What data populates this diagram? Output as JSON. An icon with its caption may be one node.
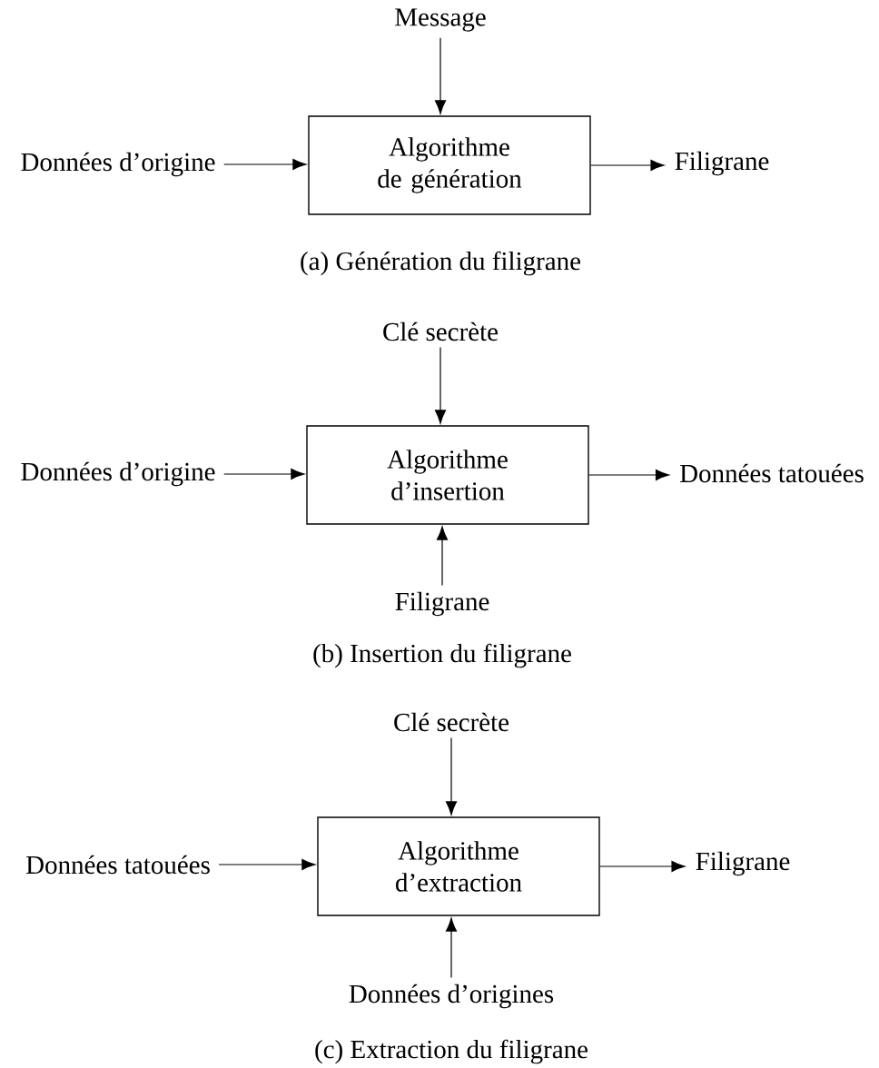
{
  "diagram": {
    "nodes": [
      {
        "text": [
          "Message"
        ]
      },
      {
        "text": [
          "Données d’origine"
        ]
      },
      {
        "text": [
          "Algorithme de génération"
        ]
      },
      {
        "text": [
          "Filigrane"
        ]
      },
      {
        "text": [
          "Clé secrète"
        ]
      },
      {
        "text": [
          "Données d’origine"
        ]
      },
      {
        "text": [
          "Algorithme d’insertion"
        ]
      },
      {
        "text": [
          "Données tatouées"
        ]
      },
      {
        "text": [
          "Filigrane"
        ]
      },
      {
        "text": [
          "Clé secrète"
        ]
      },
      {
        "text": [
          "Données tatouées"
        ]
      },
      {
        "text": [
          "Algorithme d’extraction"
        ]
      },
      {
        "text": [
          "Filigrane"
        ]
      },
      {
        "text": [
          "Données d’origines"
        ]
      }
    ],
    "edges": [
      {
        "from": 0,
        "to": 2,
        "arrow": "to"
      },
      {
        "from": 1,
        "to": 2,
        "arrow": "to"
      },
      {
        "from": 2,
        "to": 3,
        "arrow": "to"
      },
      {
        "from": 4,
        "to": 6,
        "arrow": "to"
      },
      {
        "from": 5,
        "to": 6,
        "arrow": "to"
      },
      {
        "from": 6,
        "to": 7,
        "arrow": "to"
      },
      {
        "from": 8,
        "to": 6,
        "arrow": "to"
      },
      {
        "from": 9,
        "to": 11,
        "arrow": "to"
      },
      {
        "from": 10,
        "to": 11,
        "arrow": "to"
      },
      {
        "from": 11,
        "to": 12,
        "arrow": "to"
      },
      {
        "from": 13,
        "to": 11,
        "arrow": "to"
      }
    ],
    "labels": [
      "(a) Génération du filigrane",
      "(b) Insertion du filigrane",
      "(c) Extraction du filigrane"
    ]
  }
}
